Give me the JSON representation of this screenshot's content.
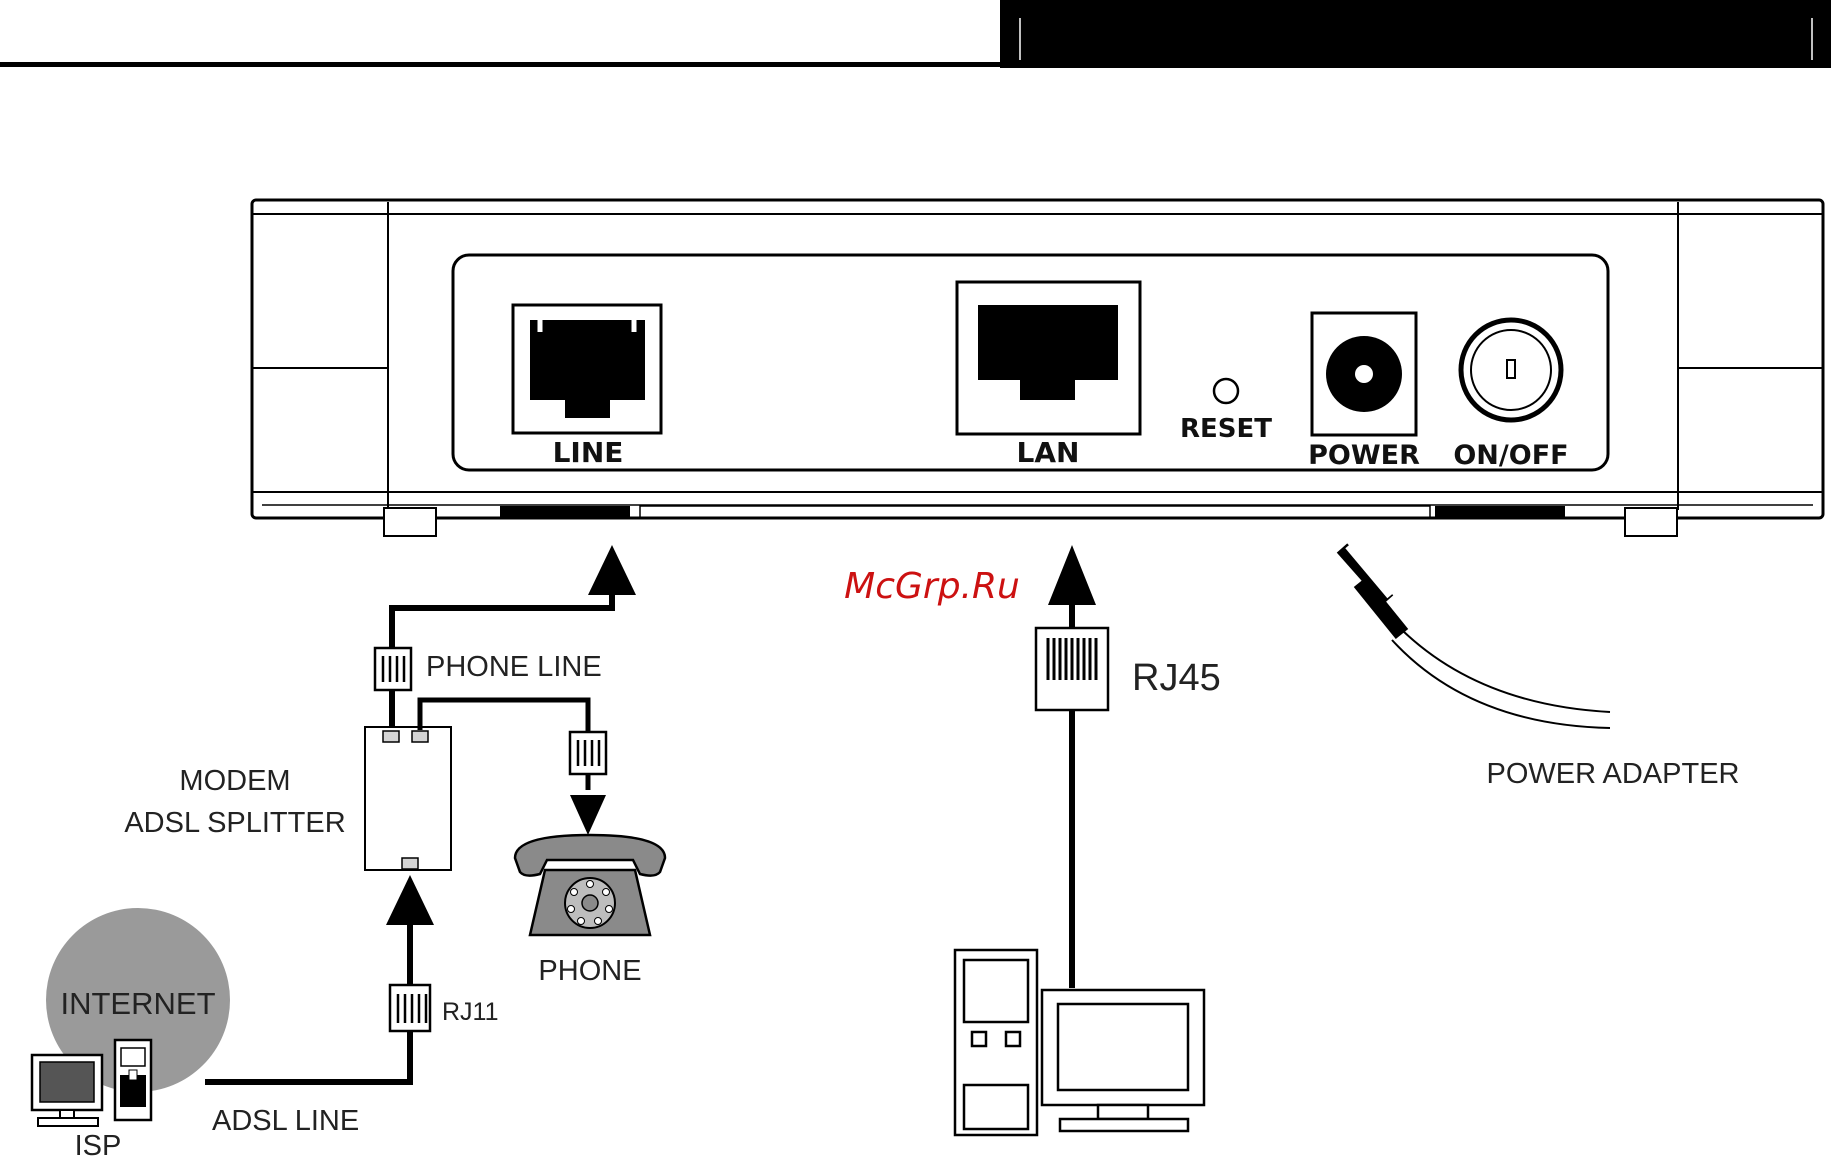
{
  "header": {
    "bar_color": "#000000"
  },
  "device": {
    "ports": {
      "line": "LINE",
      "lan": "LAN",
      "reset": "RESET",
      "power": "POWER",
      "switch": "ON/OFF"
    }
  },
  "labels": {
    "phone_line": "PHONE LINE",
    "splitter_line1": "MODEM",
    "splitter_line2": "ADSL SPLITTER",
    "phone": "PHONE",
    "rj11": "RJ11",
    "internet": "INTERNET",
    "isp": "ISP",
    "adsl_line": "ADSL LINE",
    "rj45": "RJ45",
    "power_adapter": "POWER ADAPTER"
  },
  "watermark": "McGrp.Ru",
  "colors": {
    "accent": "#000000",
    "watermark": "#cc1111",
    "internet_globe": "#9a9a9a"
  }
}
